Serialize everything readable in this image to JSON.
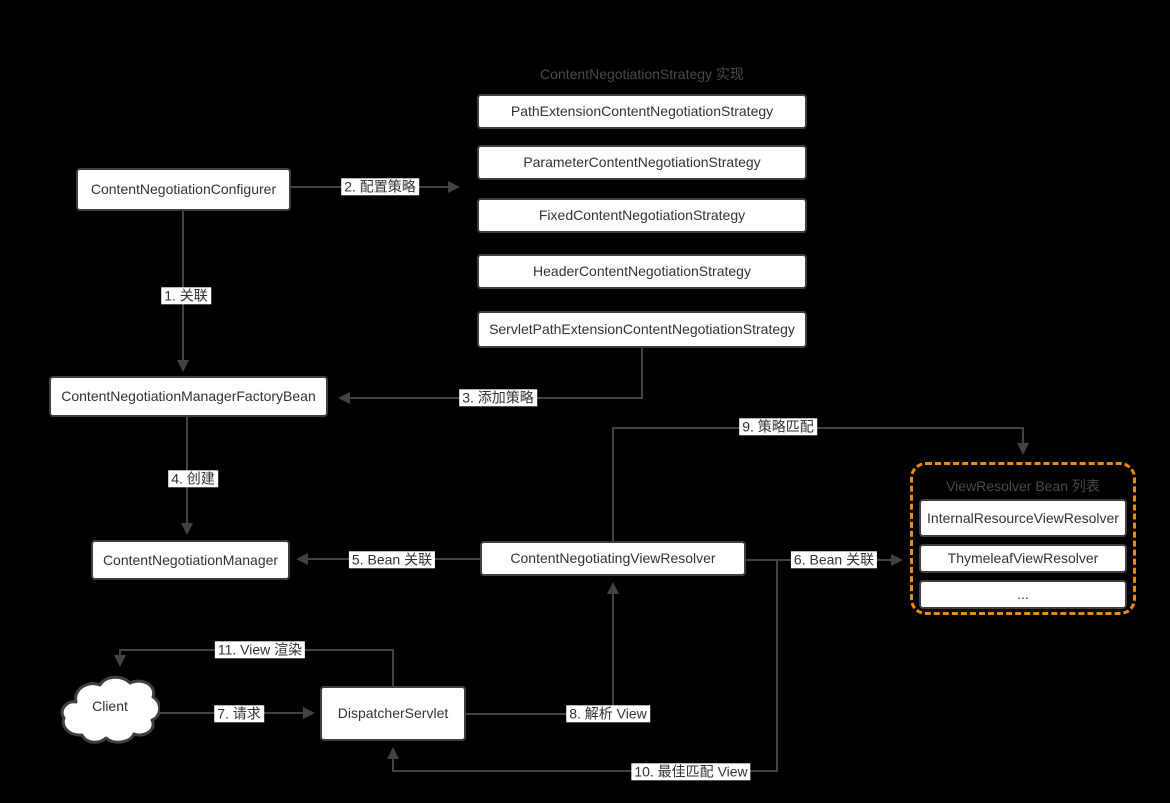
{
  "diagram": {
    "colors": {
      "background": "#000000",
      "line": "#424242",
      "node_fill": "#ffffff",
      "node_border": "#3f3f3f",
      "node_text": "#333333",
      "group_title_text": "#494949",
      "viewresolver_group_border": "#ED8A0C"
    },
    "groups": {
      "strategy": {
        "title": "ContentNegotiationStrategy 实现",
        "items": {
          "0": "PathExtensionContentNegotiationStrategy",
          "1": "ParameterContentNegotiationStrategy",
          "2": "FixedContentNegotiationStrategy",
          "3": "HeaderContentNegotiationStrategy",
          "4": "ServletPathExtensionContentNegotiationStrategy"
        }
      },
      "viewresolver": {
        "title": "ViewResolver Bean 列表",
        "items": {
          "0": "InternalResourceViewResolver",
          "1": "ThymeleafViewResolver",
          "2": "..."
        }
      }
    },
    "nodes": {
      "configurer": "ContentNegotiationConfigurer",
      "factory_bean": "ContentNegotiationManagerFactoryBean",
      "manager": "ContentNegotiationManager",
      "negotiating_view_resolver": "ContentNegotiatingViewResolver",
      "dispatcher_servlet": "DispatcherServlet",
      "client": "Client"
    },
    "edges": {
      "e1": "1. 关联",
      "e2": "2. 配置策略",
      "e3": "3. 添加策略",
      "e4": "4. 创建",
      "e5": "5. Bean 关联",
      "e6": "6. Bean 关联",
      "e7": "7. 请求",
      "e8": "8. 解析 View",
      "e9": "9. 策略匹配",
      "e10": "10. 最佳匹配 View",
      "e11": "11. View 渲染"
    }
  }
}
